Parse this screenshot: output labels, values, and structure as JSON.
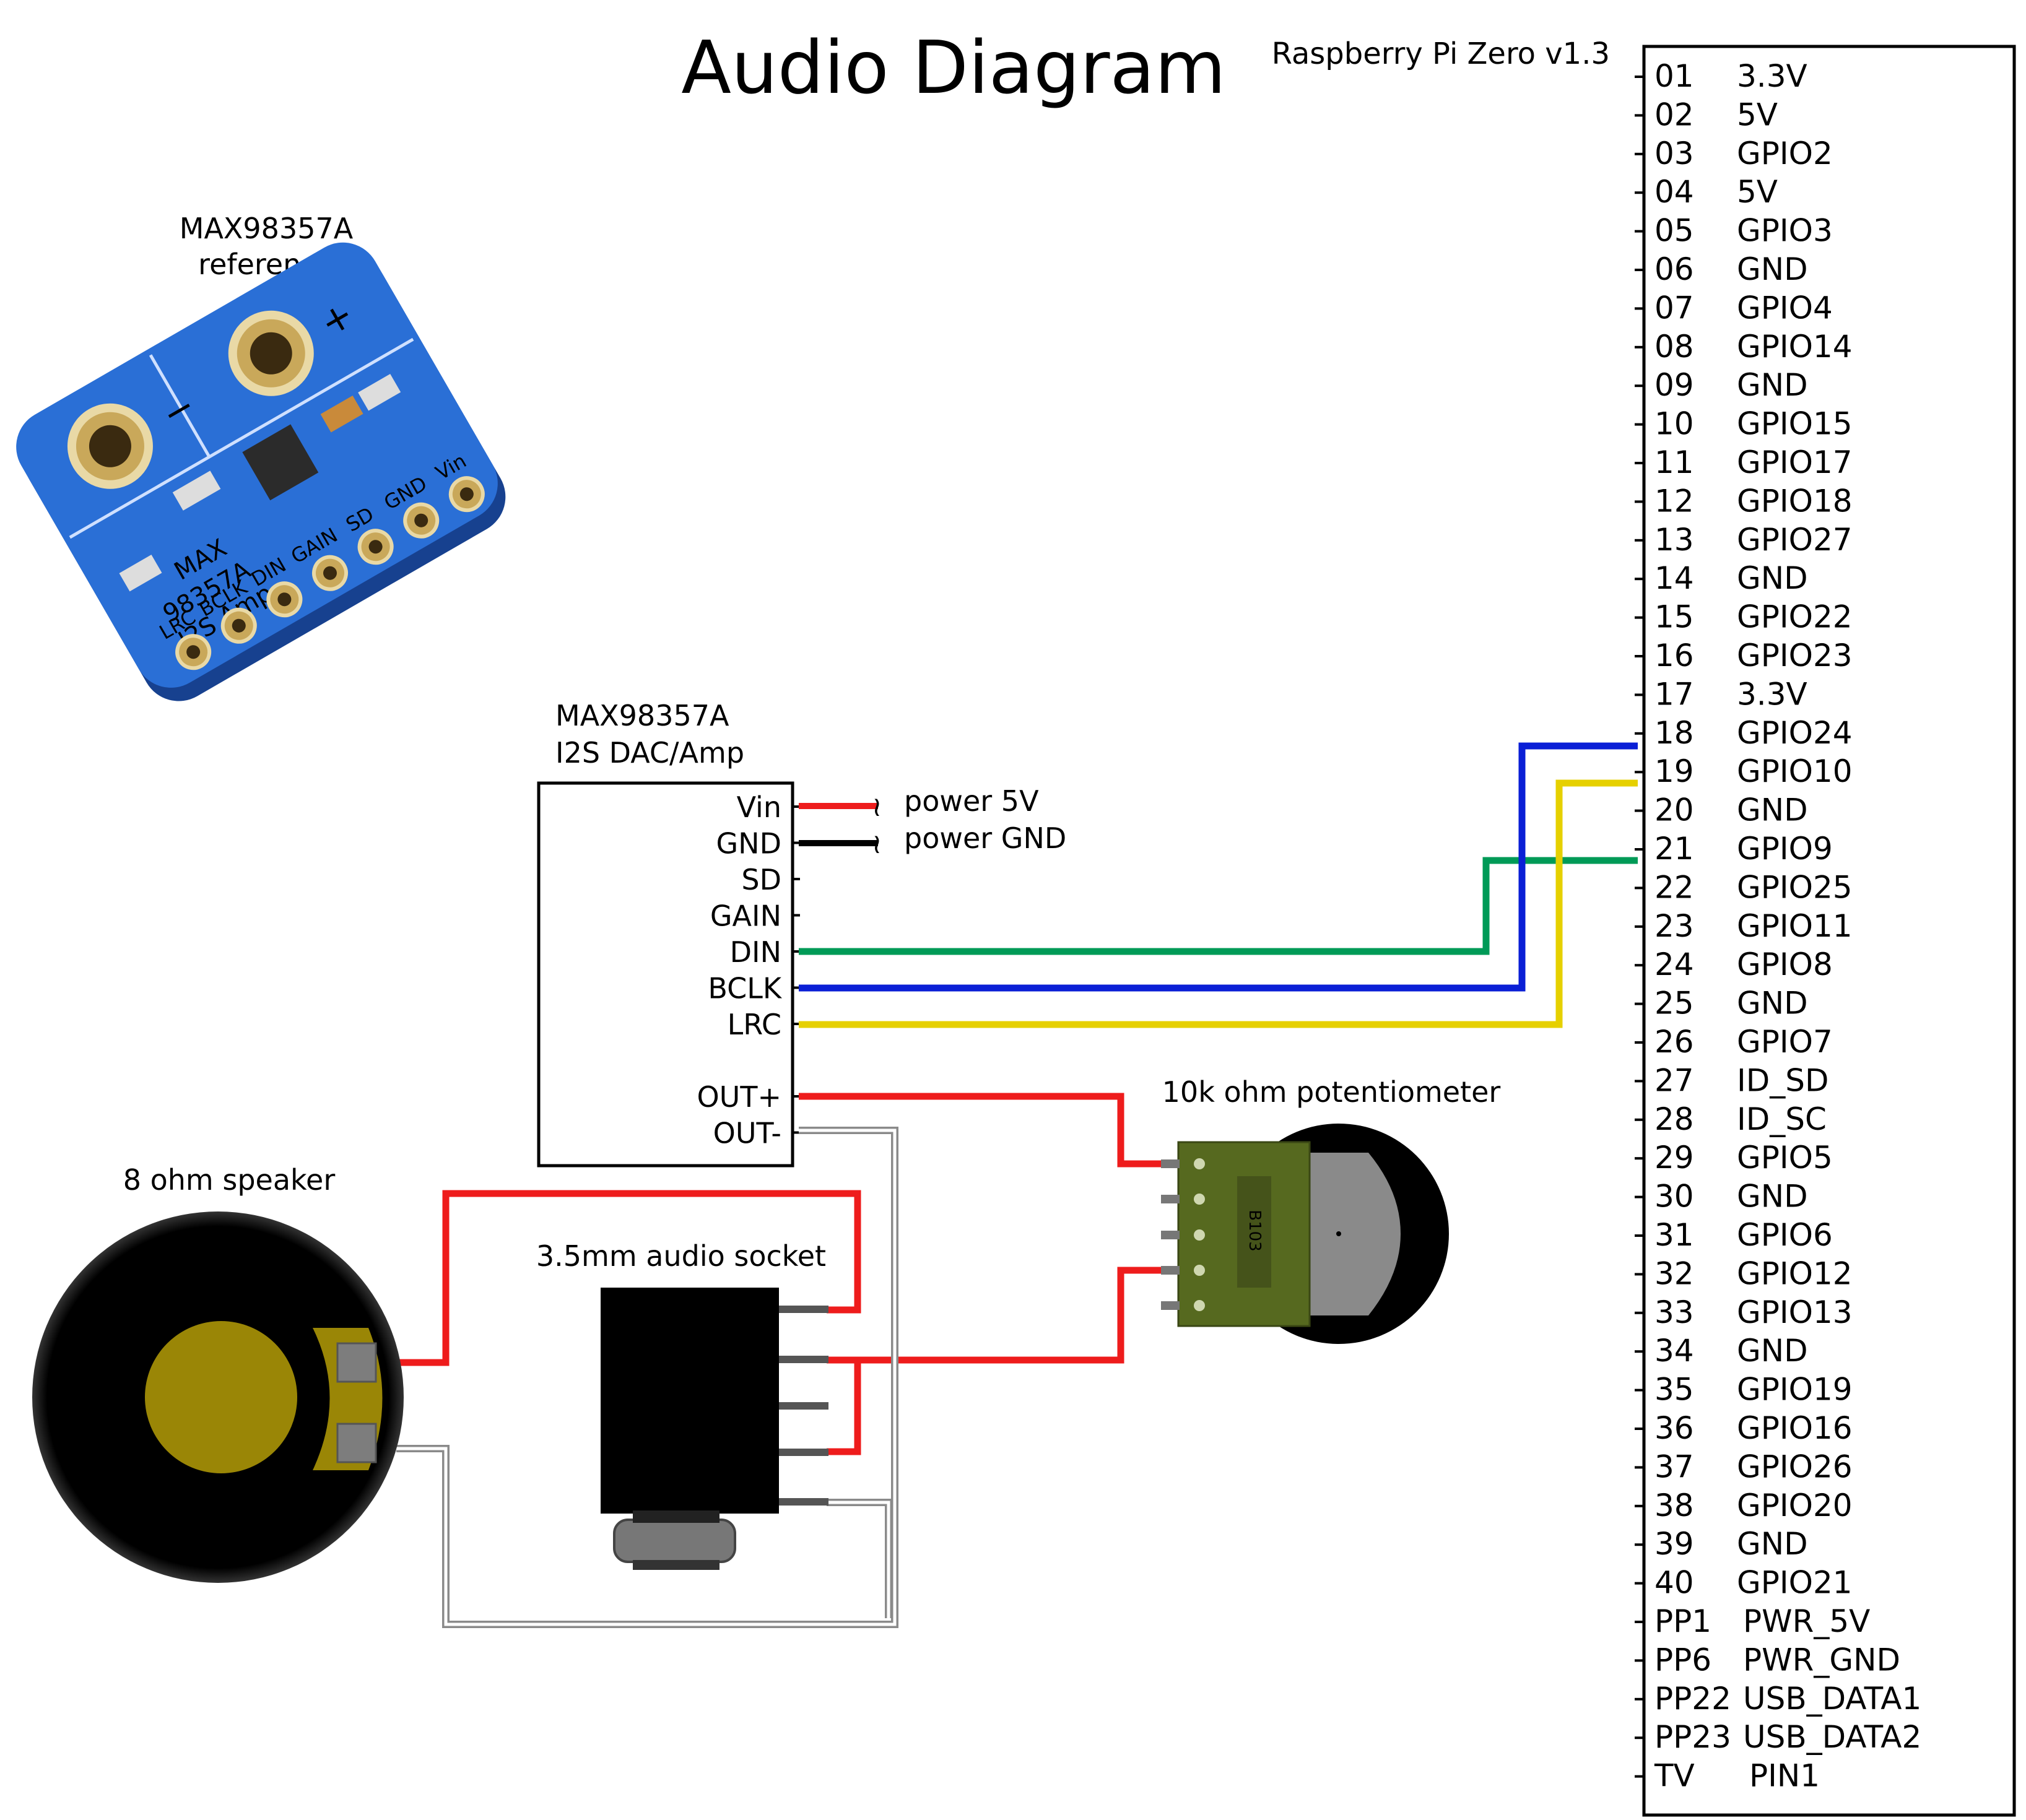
{
  "title": "Audio Diagram",
  "pi": {
    "label": "Raspberry Pi Zero v1.3",
    "pins": [
      {
        "num": "01",
        "name": "3.3V"
      },
      {
        "num": "02",
        "name": "5V"
      },
      {
        "num": "03",
        "name": "GPIO2"
      },
      {
        "num": "04",
        "name": "5V"
      },
      {
        "num": "05",
        "name": "GPIO3"
      },
      {
        "num": "06",
        "name": "GND"
      },
      {
        "num": "07",
        "name": "GPIO4"
      },
      {
        "num": "08",
        "name": "GPIO14"
      },
      {
        "num": "09",
        "name": "GND"
      },
      {
        "num": "10",
        "name": "GPIO15"
      },
      {
        "num": "11",
        "name": "GPIO17"
      },
      {
        "num": "12",
        "name": "GPIO18"
      },
      {
        "num": "13",
        "name": "GPIO27"
      },
      {
        "num": "14",
        "name": "GND"
      },
      {
        "num": "15",
        "name": "GPIO22"
      },
      {
        "num": "16",
        "name": "GPIO23"
      },
      {
        "num": "17",
        "name": "3.3V"
      },
      {
        "num": "18",
        "name": "GPIO24"
      },
      {
        "num": "19",
        "name": "GPIO10"
      },
      {
        "num": "20",
        "name": "GND"
      },
      {
        "num": "21",
        "name": "GPIO9"
      },
      {
        "num": "22",
        "name": "GPIO25"
      },
      {
        "num": "23",
        "name": "GPIO11"
      },
      {
        "num": "24",
        "name": "GPIO8"
      },
      {
        "num": "25",
        "name": "GND"
      },
      {
        "num": "26",
        "name": "GPIO7"
      },
      {
        "num": "27",
        "name": "ID_SD"
      },
      {
        "num": "28",
        "name": "ID_SC"
      },
      {
        "num": "29",
        "name": "GPIO5"
      },
      {
        "num": "30",
        "name": "GND"
      },
      {
        "num": "31",
        "name": "GPIO6"
      },
      {
        "num": "32",
        "name": "GPIO12"
      },
      {
        "num": "33",
        "name": "GPIO13"
      },
      {
        "num": "34",
        "name": "GND"
      },
      {
        "num": "35",
        "name": "GPIO19"
      },
      {
        "num": "36",
        "name": "GPIO16"
      },
      {
        "num": "37",
        "name": "GPIO26"
      },
      {
        "num": "38",
        "name": "GPIO20"
      },
      {
        "num": "39",
        "name": "GND"
      },
      {
        "num": "40",
        "name": "GPIO21"
      },
      {
        "num": "PP1",
        "name": "PWR_5V"
      },
      {
        "num": "PP6",
        "name": "PWR_GND"
      },
      {
        "num": "PP22",
        "name": "USB_DATA1"
      },
      {
        "num": "PP23",
        "name": "USB_DATA2"
      },
      {
        "num": "TV",
        "name": "PIN1"
      }
    ]
  },
  "amp": {
    "label_line1": "MAX98357A",
    "label_line2": "I2S DAC/Amp",
    "pins": [
      "Vin",
      "GND",
      "SD",
      "GAIN",
      "DIN",
      "BCLK",
      "LRC",
      "",
      "OUT+",
      "OUT-"
    ]
  },
  "reference": {
    "label_line1": "MAX98357A",
    "label_line2": "reference",
    "board": {
      "pin_labels": [
        "Vin",
        "GND",
        "SD",
        "GAIN",
        "DIN",
        "BCLK",
        "LRC"
      ],
      "text_lines": [
        "MAX",
        "98357A",
        "I2S Amp"
      ],
      "plus": "+",
      "minus": "−"
    }
  },
  "power": {
    "vin_label": "power 5V",
    "gnd_label": "power GND"
  },
  "speaker": {
    "label": "8 ohm speaker"
  },
  "socket": {
    "label": "3.5mm audio socket"
  },
  "pot": {
    "label": "10k ohm potentiometer",
    "marking": "B103"
  },
  "colors": {
    "red": "#ee1c1c",
    "black": "#000000",
    "green": "#009a57",
    "blue": "#0a1fd6",
    "yellow": "#e6d000",
    "gray": "#8a8a8a",
    "board_blue": "#1f5fc2",
    "pot_green": "#56691f",
    "speaker_gold": "#9a8606"
  }
}
